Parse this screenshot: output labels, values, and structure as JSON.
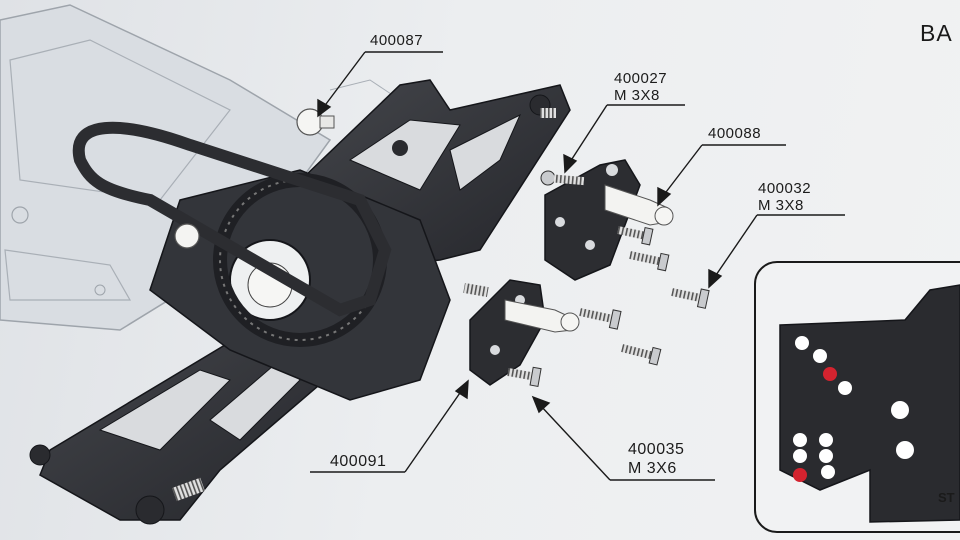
{
  "title_fragment": "BA",
  "inset_label_fragment": "ST",
  "callouts": [
    {
      "id": "c1",
      "part": "400087",
      "spec": ""
    },
    {
      "id": "c2",
      "part": "400027",
      "spec": "M 3X8"
    },
    {
      "id": "c3",
      "part": "400088",
      "spec": ""
    },
    {
      "id": "c4",
      "part": "400032",
      "spec": "M 3X8"
    },
    {
      "id": "c5",
      "part": "400091",
      "spec": ""
    },
    {
      "id": "c6",
      "part": "400035",
      "spec": "M 3X6"
    }
  ],
  "colors": {
    "part_dark": "#2e2f33",
    "part_light": "#f3f3f1",
    "leader": "#1a1a1a",
    "hole_red": "#d4232f"
  }
}
